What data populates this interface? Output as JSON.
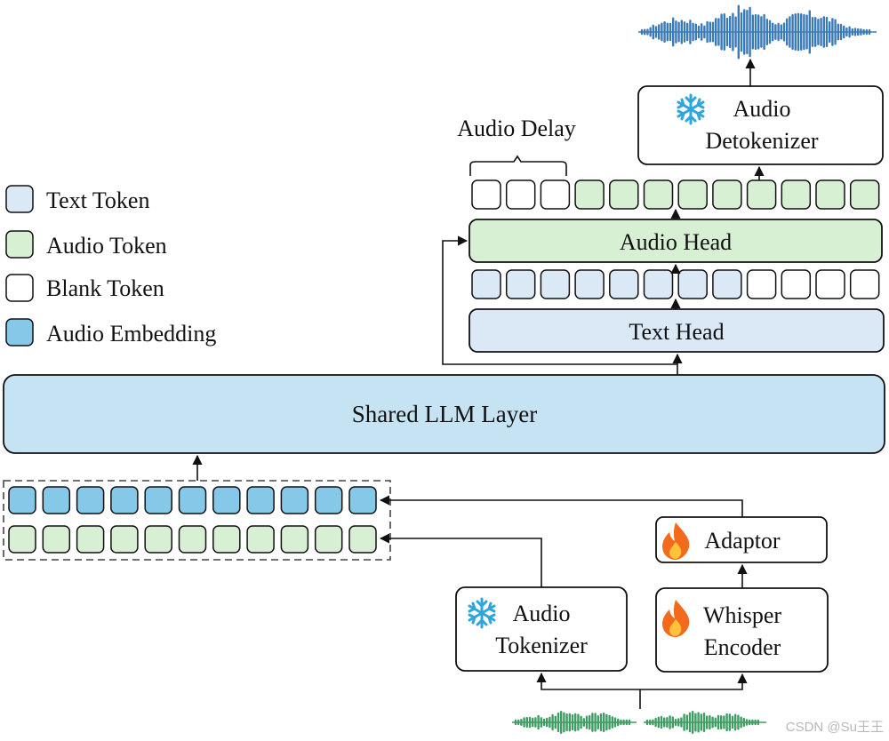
{
  "legend": [
    {
      "label": "Text Token",
      "color": "#dbe8f5"
    },
    {
      "label": "Audio Token",
      "color": "#d7efd3"
    },
    {
      "label": "Blank Token",
      "color": "#ffffff"
    },
    {
      "label": "Audio Embedding",
      "color": "#86c8e8"
    }
  ],
  "modules": {
    "shared_llm": "Shared LLM Layer",
    "text_head": "Text Head",
    "audio_head": "Audio Head",
    "audio_detokenizer_line1": "Audio",
    "audio_detokenizer_line2": "Detokenizer",
    "audio_tokenizer_line1": "Audio",
    "audio_tokenizer_line2": "Tokenizer",
    "whisper_line1": "Whisper",
    "whisper_line2": "Encoder",
    "adaptor": "Adaptor"
  },
  "audio_delay_label": "Audio Delay",
  "icons": {
    "frozen": "snowflake-icon",
    "trainable": "flame-icon"
  },
  "colors": {
    "shared_llm_fill": "#c6e3f3",
    "text_head_fill": "#dbe8f5",
    "audio_head_fill": "#d7efd3",
    "text_token": "#dbe8f5",
    "audio_token": "#d7efd3",
    "blank_token": "#ffffff",
    "audio_embedding": "#86c8e8",
    "output_wave": "#3a7ab8",
    "input_wave": "#3f9c63",
    "snowflake": "#2ea6dd",
    "flame": "#f26a1b"
  },
  "token_rows": {
    "text_head_output": [
      "text",
      "text",
      "text",
      "text",
      "text",
      "text",
      "text",
      "text",
      "blank",
      "blank",
      "blank",
      "blank"
    ],
    "audio_head_output": [
      "blank",
      "blank",
      "blank",
      "audio",
      "audio",
      "audio",
      "audio",
      "audio",
      "audio",
      "audio",
      "audio",
      "audio"
    ],
    "input_embeddings": 11,
    "input_audio_tokens": 11
  },
  "watermark": "CSDN @Su王王"
}
